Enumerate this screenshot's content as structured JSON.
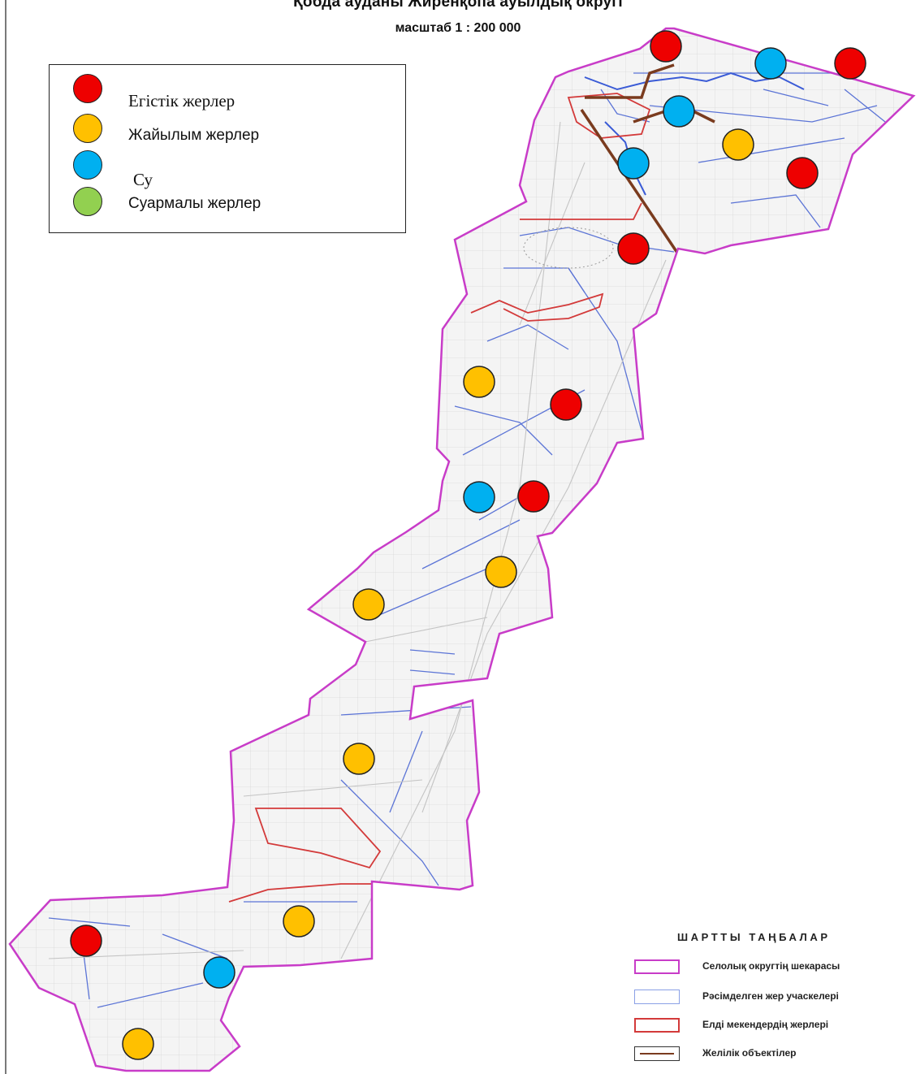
{
  "title": "Қобда ауданы Жиренқопа ауылдық округі",
  "scale": "масштаб 1 : 200 000",
  "colors": {
    "arable": "#ee0000",
    "pasture": "#ffc000",
    "water": "#00b0f0",
    "irrigated": "#92d050",
    "boundary": "#c83cc8",
    "parcels": "#5b74d6",
    "settlement": "#d33a3a",
    "linear": "#7a3b1e"
  },
  "legend": {
    "items": [
      {
        "label": "Егістік жерлер",
        "color": "#ee0000"
      },
      {
        "label": "Жайылым жерлер",
        "color": "#ffc000"
      },
      {
        "label": "Су",
        "color": "#00b0f0"
      },
      {
        "label": "Суармалы жерлер",
        "color": "#92d050"
      }
    ]
  },
  "conventions": {
    "title": "ШАРТТЫ ТАҢБАЛАР",
    "items": [
      {
        "label": "Селолық округтің шекарасы",
        "symbol": "boundary-outline"
      },
      {
        "label": "Рәсімделген жер учаскелері",
        "symbol": "parcel-outline"
      },
      {
        "label": "Елді мекендердің жерлері",
        "symbol": "settlement-outline"
      },
      {
        "label": "Желілік объектілер",
        "symbol": "linear-object"
      }
    ]
  },
  "markers": [
    {
      "type": "arable"
    },
    {
      "type": "water"
    },
    {
      "type": "arable"
    },
    {
      "type": "water"
    },
    {
      "type": "pasture"
    },
    {
      "type": "water"
    },
    {
      "type": "arable"
    },
    {
      "type": "arable"
    },
    {
      "type": "pasture"
    },
    {
      "type": "arable"
    },
    {
      "type": "water"
    },
    {
      "type": "arable"
    },
    {
      "type": "pasture"
    },
    {
      "type": "pasture"
    },
    {
      "type": "pasture"
    },
    {
      "type": "pasture"
    },
    {
      "type": "arable"
    },
    {
      "type": "water"
    },
    {
      "type": "pasture"
    }
  ]
}
